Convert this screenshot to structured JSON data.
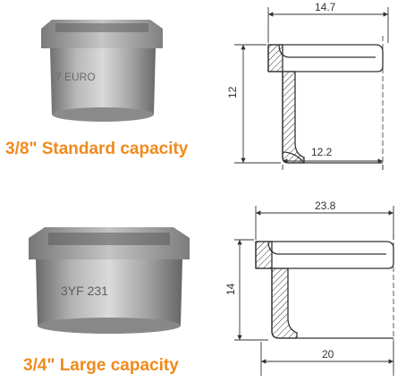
{
  "items": [
    {
      "caption": "3/8\" Standard capacity",
      "photo_engraving": "7 EURO",
      "dimensions": {
        "top_width": "14.7",
        "height": "12",
        "bottom_width": "12.2"
      }
    },
    {
      "caption": "3/4\" Large capacity",
      "photo_engraving": "3YF 231",
      "dimensions": {
        "top_width": "23.8",
        "height": "14",
        "bottom_width": "20"
      }
    }
  ],
  "colors": {
    "caption": "#f08a1c",
    "metal": "#9a9a9a",
    "line": "#333333"
  }
}
